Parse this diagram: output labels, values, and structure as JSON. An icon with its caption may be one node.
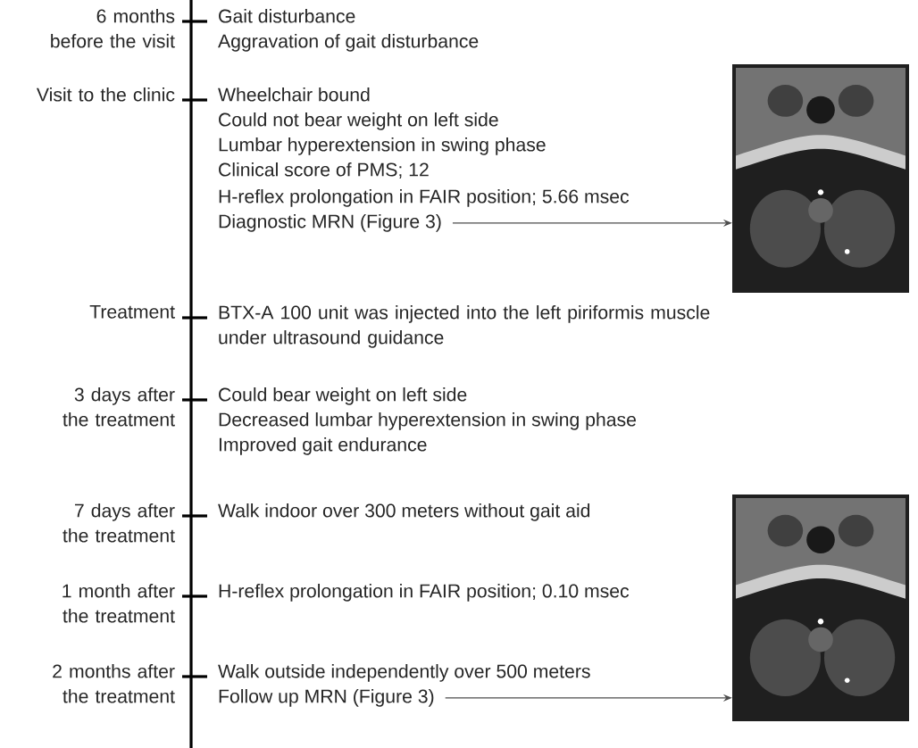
{
  "diagram": {
    "nodes": [
      {
        "text": [
          "Diagnostic MRN (Figure 3)"
        ]
      },
      {
        "text": [],
        "shape": "picture"
      },
      {
        "text": [
          "Follow up MRN (Figure 3)"
        ]
      },
      {
        "text": [],
        "shape": "picture"
      }
    ],
    "edges": [
      {
        "from": 0,
        "to": 1,
        "arrow": "to"
      },
      {
        "from": 2,
        "to": 3,
        "arrow": "to"
      }
    ],
    "labels": [
      "6 months before the visit",
      "Gait disturbance",
      "Aggravation of gait disturbance",
      "Visit to the clinic",
      "Wheelchair bound",
      "Could not bear weight on left side",
      "Lumbar hyperextension in swing phase",
      "Clinical score of PMS; 12",
      "H-reflex prolongation in FAIR position; 5.66 msec",
      "Treatment",
      "BTX-A 100 unit was injected into the left piriformis muscle under ultrasound guidance",
      "3 days after the treatment",
      "Could bear weight on left side",
      "Decreased lumbar hyperextension in swing phase",
      "Improved gait endurance",
      "7 days after the treatment",
      "Walk indoor over 300 meters without gait aid",
      "1 month after the treatment",
      "H-reflex prolongation in FAIR position; 0.10 msec",
      "2 months after the treatment",
      "Walk outside independently over 500 meters"
    ]
  }
}
